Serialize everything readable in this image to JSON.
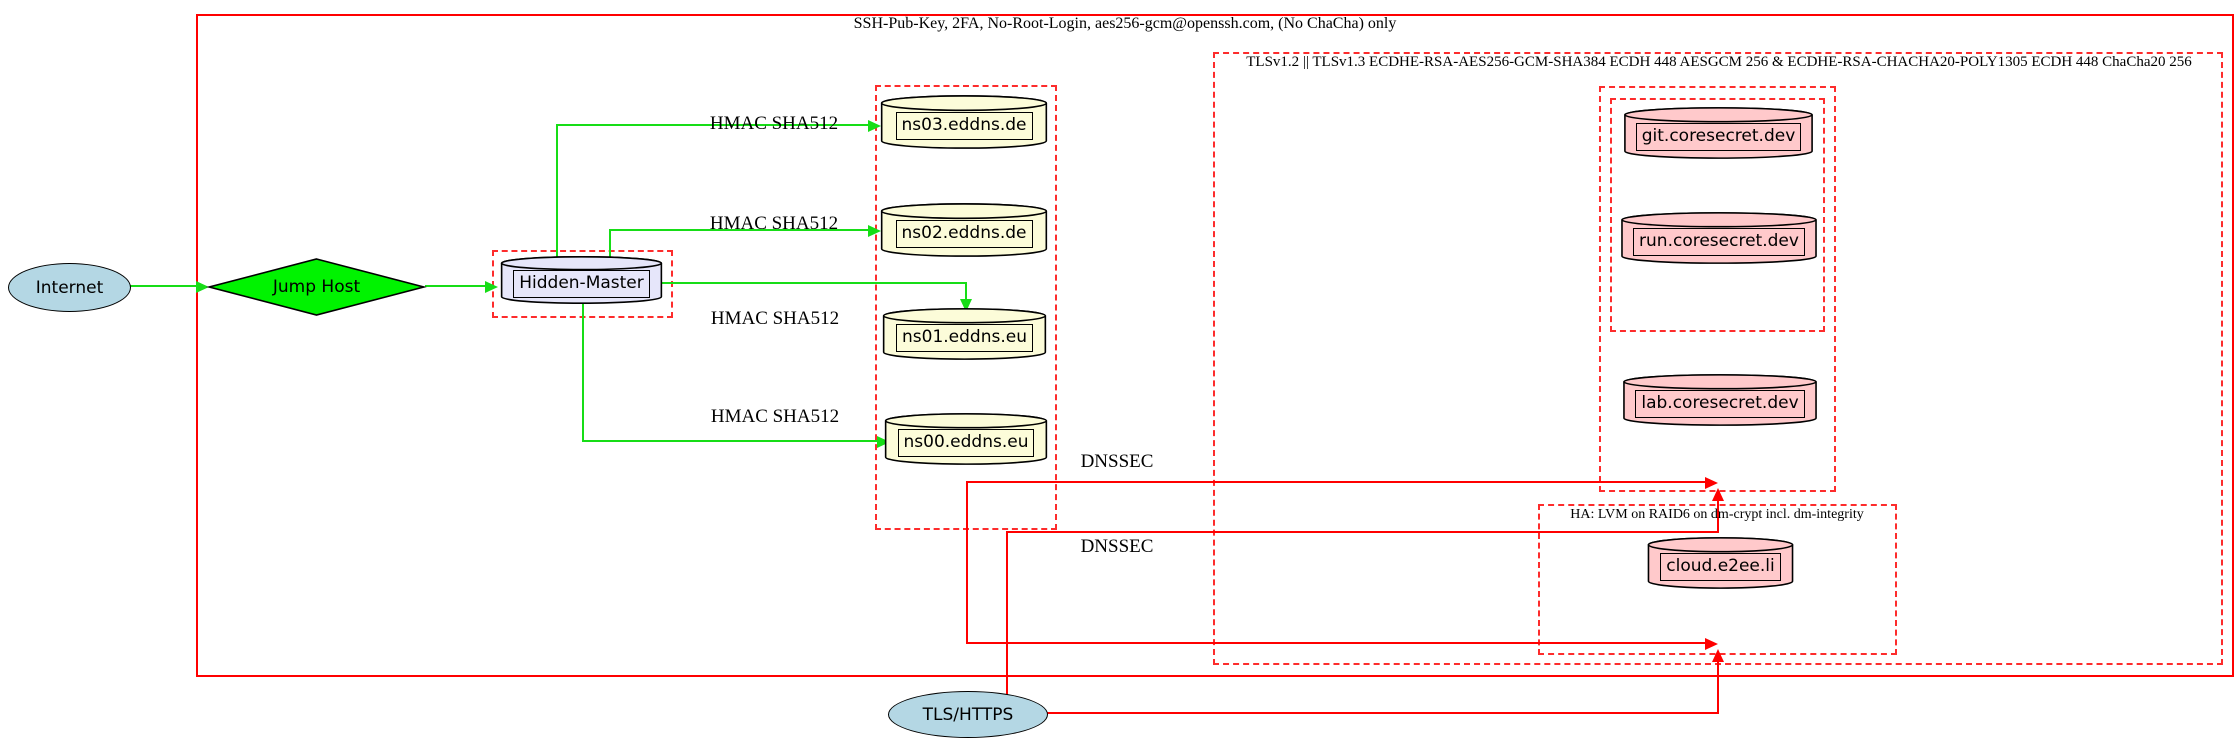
{
  "clusters": {
    "ssh": {
      "label": "SSH-Pub-Key, 2FA, No-Root-Login, aes256-gcm@openssh.com, (No ChaCha) only"
    },
    "tls": {
      "label": "TLSv1.2 || TLSv1.3 ECDHE-RSA-AES256-GCM-SHA384 ECDH 448 AESGCM 256 & ECDHE-RSA-CHACHA20-POLY1305 ECDH 448 ChaCha20 256"
    },
    "ha": {
      "label": "HA: LVM on RAID6 on dm-crypt incl. dm-integrity"
    }
  },
  "nodes": {
    "internet": {
      "label": "Internet",
      "shape": "ellipse"
    },
    "jump_host": {
      "label": "Jump Host",
      "shape": "diamond"
    },
    "hidden_master": {
      "label": "Hidden-Master",
      "shape": "cylinder"
    },
    "ns03": {
      "label": "ns03.eddns.de",
      "shape": "cylinder"
    },
    "ns02": {
      "label": "ns02.eddns.de",
      "shape": "cylinder"
    },
    "ns01": {
      "label": "ns01.eddns.eu",
      "shape": "cylinder"
    },
    "ns00": {
      "label": "ns00.eddns.eu",
      "shape": "cylinder"
    },
    "git": {
      "label": "git.coresecret.dev",
      "shape": "cylinder"
    },
    "run": {
      "label": "run.coresecret.dev",
      "shape": "cylinder"
    },
    "lab": {
      "label": "lab.coresecret.dev",
      "shape": "cylinder"
    },
    "cloud": {
      "label": "cloud.e2ee.li",
      "shape": "cylinder"
    },
    "tls_https": {
      "label": "TLS/HTTPS",
      "shape": "ellipse"
    }
  },
  "edge_labels": {
    "hmac": "HMAC SHA512",
    "dnssec": "DNSSEC"
  },
  "colors": {
    "secure_edge_green": "#17dd17",
    "red_edge": "#ff0000",
    "cluster_border_red": "#fd2c2c",
    "node_fill_lightblue": "#b4d7e4",
    "node_fill_green": "#00f300",
    "node_fill_lavender": "#e6e6fa",
    "node_fill_lightyellow": "#fcfcd9",
    "node_fill_pink": "#ffc9cb"
  }
}
